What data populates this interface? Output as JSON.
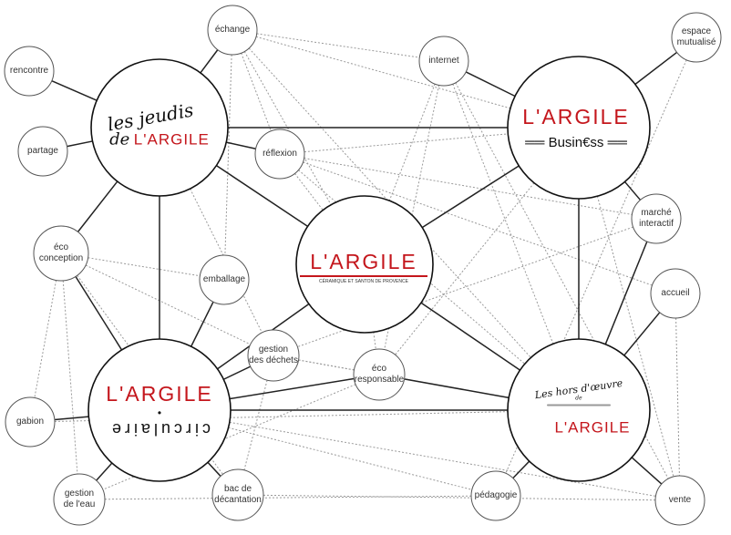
{
  "hubs": {
    "jeudis": {
      "script_line1": "les jeudis",
      "script_line2": "de",
      "brand": "L'ARGILE"
    },
    "business": {
      "brand": "L'ARGILE",
      "sub": "══ Busin€ss ══"
    },
    "center": {
      "brand": "L'ARGILE",
      "sub": "CÉRAMIQUE ET SANTON DE PROVENCE"
    },
    "circulaire": {
      "brand": "L'ARGILE",
      "dot": "•",
      "sub": "circulaire"
    },
    "hors": {
      "script": "Les hors d'œuvre",
      "small": "de",
      "brand": "L'ARGILE"
    }
  },
  "nodes": {
    "echange": "échange",
    "rencontre": "rencontre",
    "partage": "partage",
    "reflexion": "réflexion",
    "internet": "internet",
    "espace": "espace\nmutualisé",
    "marche": "marché\ninteractif",
    "accueil": "accueil",
    "ecoconception": "éco\nconception",
    "emballage": "emballage",
    "dechets": "gestion\ndes déchets",
    "ecoresp": "éco\nresponsable",
    "gabion": "gabion",
    "eau": "gestion\nde l'eau",
    "bac": "bac de\ndécantation",
    "pedagogie": "pédagogie",
    "vente": "vente"
  },
  "edges_solid": [
    [
      "jeudis",
      "business"
    ],
    [
      "jeudis",
      "circulaire"
    ],
    [
      "business",
      "hors"
    ],
    [
      "circulaire",
      "hors"
    ],
    [
      "center",
      "jeudis"
    ],
    [
      "center",
      "business"
    ],
    [
      "center",
      "circulaire"
    ],
    [
      "center",
      "hors"
    ],
    [
      "rencontre",
      "jeudis"
    ],
    [
      "partage",
      "jeudis"
    ],
    [
      "echange",
      "jeudis"
    ],
    [
      "reflexion",
      "jeudis"
    ],
    [
      "internet",
      "business"
    ],
    [
      "espace",
      "business"
    ],
    [
      "marche",
      "business"
    ],
    [
      "marche",
      "hors"
    ],
    [
      "accueil",
      "hors"
    ],
    [
      "ecoconception",
      "jeudis"
    ],
    [
      "ecoconception",
      "circulaire"
    ],
    [
      "emballage",
      "circulaire"
    ],
    [
      "dechets",
      "circulaire"
    ],
    [
      "ecoresp",
      "circulaire"
    ],
    [
      "ecoresp",
      "hors"
    ],
    [
      "gabion",
      "circulaire"
    ],
    [
      "eau",
      "circulaire"
    ],
    [
      "bac",
      "circulaire"
    ],
    [
      "pedagogie",
      "hors"
    ],
    [
      "vente",
      "hors"
    ]
  ],
  "edges_dotted": [
    [
      "echange",
      "internet"
    ],
    [
      "echange",
      "center"
    ],
    [
      "echange",
      "hors"
    ],
    [
      "echange",
      "business"
    ],
    [
      "echange",
      "reflexion"
    ],
    [
      "echange",
      "emballage"
    ],
    [
      "reflexion",
      "business"
    ],
    [
      "reflexion",
      "center"
    ],
    [
      "reflexion",
      "hors"
    ],
    [
      "reflexion",
      "marche"
    ],
    [
      "reflexion",
      "accueil"
    ],
    [
      "internet",
      "center"
    ],
    [
      "internet",
      "hors"
    ],
    [
      "internet",
      "vente"
    ],
    [
      "internet",
      "ecoresp"
    ],
    [
      "espace",
      "pedagogie"
    ],
    [
      "business",
      "vente"
    ],
    [
      "business",
      "ecoresp"
    ],
    [
      "marche",
      "dechets"
    ],
    [
      "accueil",
      "vente"
    ],
    [
      "ecoconception",
      "emballage"
    ],
    [
      "ecoconception",
      "gabion"
    ],
    [
      "ecoconception",
      "eau"
    ],
    [
      "ecoconception",
      "bac"
    ],
    [
      "ecoconception",
      "dechets"
    ],
    [
      "jeudis",
      "center"
    ],
    [
      "dechets",
      "ecoresp"
    ],
    [
      "dechets",
      "hors"
    ],
    [
      "dechets",
      "bac"
    ],
    [
      "ecoresp",
      "eau"
    ],
    [
      "gabion",
      "hors"
    ],
    [
      "eau",
      "pedagogie"
    ],
    [
      "bac",
      "vente"
    ],
    [
      "circulaire",
      "vente"
    ],
    [
      "circulaire",
      "pedagogie"
    ],
    [
      "jeudis",
      "dechets"
    ],
    [
      "center",
      "ecoresp"
    ]
  ]
}
